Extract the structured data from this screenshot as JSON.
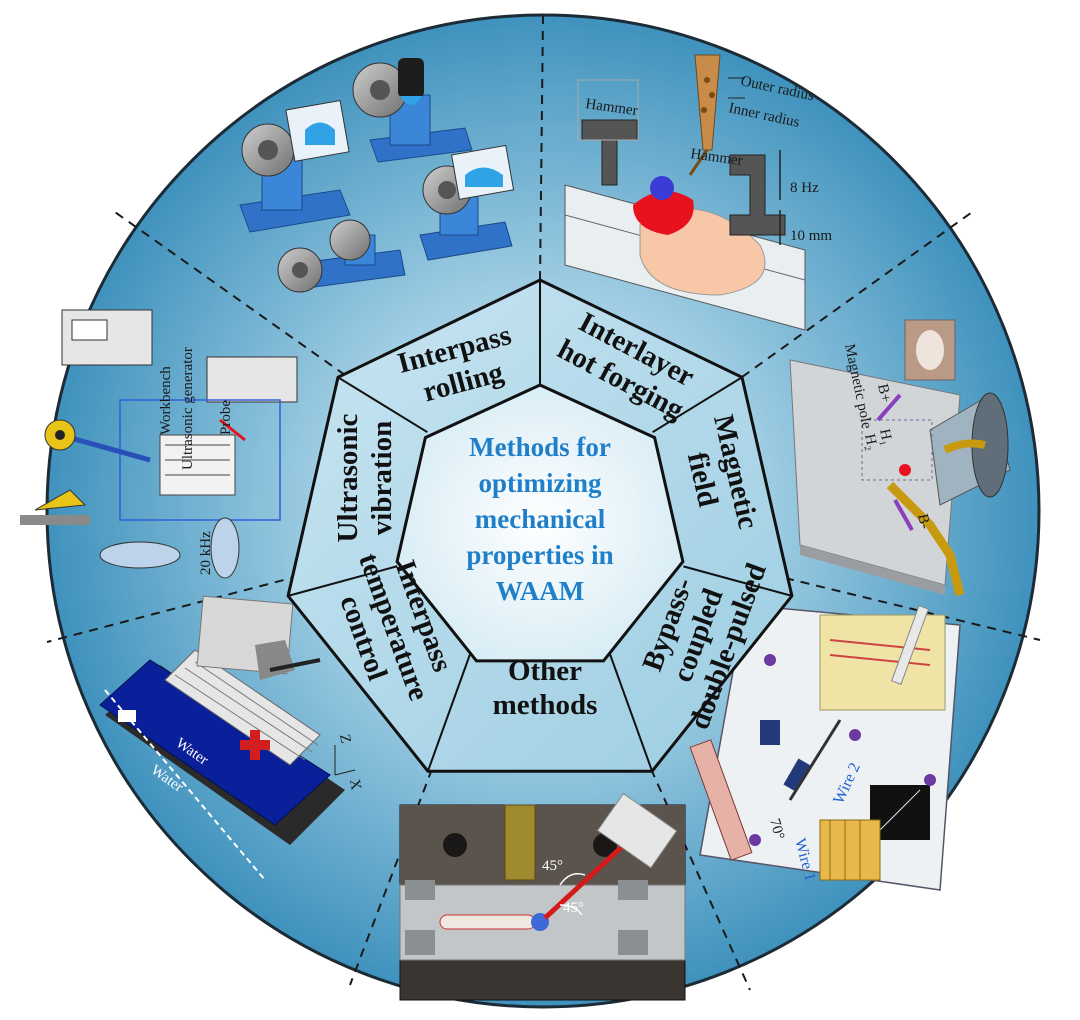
{
  "center": {
    "lines": [
      "Methods for",
      "optimizing",
      "mechanical",
      "properties in",
      "WAAM"
    ]
  },
  "methods": [
    {
      "id": "interpass-rolling",
      "lines": [
        "Interpass",
        "rolling"
      ]
    },
    {
      "id": "interlayer-hot-forging",
      "lines": [
        "Interlayer",
        "hot forging"
      ]
    },
    {
      "id": "magnetic-field",
      "lines": [
        "Magnetic",
        "field"
      ]
    },
    {
      "id": "bypass-coupled-double-pulsed",
      "lines": [
        "Bypass-",
        "coupled",
        "double-pulsed"
      ]
    },
    {
      "id": "other-methods",
      "lines": [
        "Other",
        "methods"
      ]
    },
    {
      "id": "interpass-temperature-control",
      "lines": [
        "Interpass",
        "temperature",
        "control"
      ]
    },
    {
      "id": "ultrasonic-vibration",
      "lines": [
        "Ultrasonic",
        "vibration"
      ]
    }
  ],
  "annotations": {
    "forging": {
      "hammer_left": "Hammer",
      "hammer_right": "Hammer",
      "outer_radius": "Outer radius",
      "inner_radius": "Inner radius",
      "frequency": "8 Hz",
      "distance": "10 mm"
    },
    "magnetic": {
      "magnetic_pole": "Magnetic pole",
      "b_plus": "B+",
      "b_minus": "B-",
      "h1": "H₁",
      "h2": "H₂"
    },
    "bypass": {
      "wire1": "Wire 1",
      "wire2": "Wire 2",
      "angle": "70°"
    },
    "other": {
      "angle1": "45°",
      "angle2": "45°"
    },
    "temperature": {
      "water1": "Water",
      "water2": "Water",
      "axis_z": "Z",
      "axis_x": "X"
    },
    "ultrasonic": {
      "workbench": "Workbench",
      "generator": "Ultrasonic generator",
      "probe": "Probe",
      "frequency": "20 kHz"
    }
  },
  "colors": {
    "disc_inner": "#bfe0ee",
    "disc_outer": "#4b9cc3",
    "center_text": "#1f7fc9",
    "ring": "#a9d3e6"
  }
}
